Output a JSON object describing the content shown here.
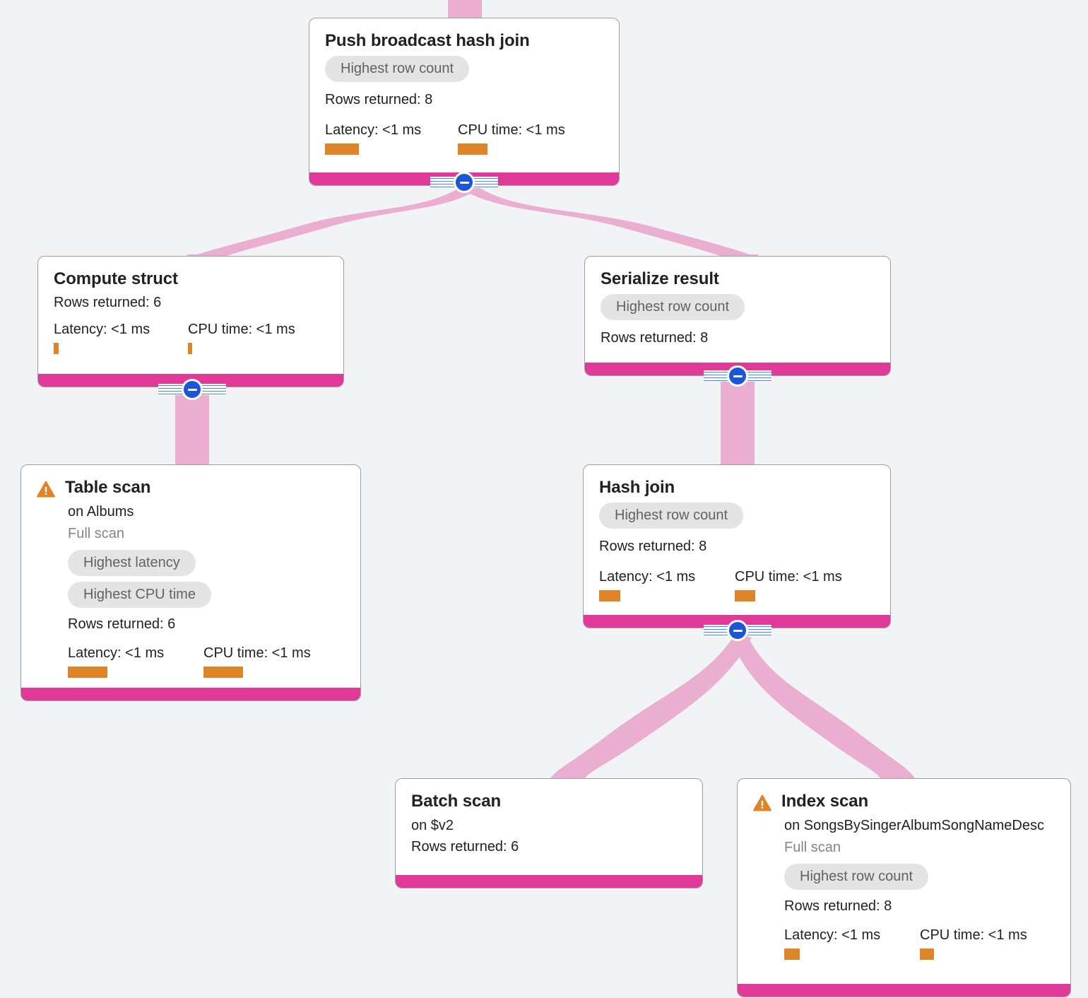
{
  "canvas": {
    "background": "#f1f3f4",
    "edge_color": "#eaaed0",
    "node_footer_color": "#e03997",
    "metric_bar_color": "#e08527",
    "badge_bg": "#e4e4e4",
    "badge_text": "#5f6368",
    "toggle_color": "#1a56d6"
  },
  "labels": {
    "rows_prefix": "Rows returned: ",
    "latency_prefix": "Latency: ",
    "cpu_prefix": "CPU time: ",
    "on_prefix": "on "
  },
  "nodes": [
    {
      "id": "push-broadcast-hash-join",
      "title": "Push broadcast hash join",
      "warning": false,
      "subtitle": null,
      "scan_type": null,
      "badges": [
        "Highest row count"
      ],
      "rows": "Rows returned: 8",
      "latency": "Latency: <1 ms",
      "cpu": "CPU time: <1 ms",
      "latency_bar_width": 48,
      "cpu_bar_width": 42
    },
    {
      "id": "compute-struct",
      "title": "Compute struct",
      "warning": false,
      "subtitle": null,
      "scan_type": null,
      "badges": [],
      "rows": "Rows returned: 6",
      "latency": "Latency: <1 ms",
      "cpu": "CPU time: <1 ms",
      "latency_bar_width": 7,
      "cpu_bar_width": 6
    },
    {
      "id": "serialize-result",
      "title": "Serialize result",
      "warning": false,
      "subtitle": null,
      "scan_type": null,
      "badges": [
        "Highest row count"
      ],
      "rows": "Rows returned: 8",
      "latency": null,
      "cpu": null,
      "latency_bar_width": 0,
      "cpu_bar_width": 0
    },
    {
      "id": "table-scan",
      "title": "Table scan",
      "warning": true,
      "subtitle": "on Albums",
      "scan_type": "Full scan",
      "badges": [
        "Highest latency",
        "Highest CPU time"
      ],
      "rows": "Rows returned: 6",
      "latency": "Latency: <1 ms",
      "cpu": "CPU time: <1 ms",
      "latency_bar_width": 56,
      "cpu_bar_width": 56
    },
    {
      "id": "hash-join",
      "title": "Hash join",
      "warning": false,
      "subtitle": null,
      "scan_type": null,
      "badges": [
        "Highest row count"
      ],
      "rows": "Rows returned: 8",
      "latency": "Latency: <1 ms",
      "cpu": "CPU time: <1 ms",
      "latency_bar_width": 30,
      "cpu_bar_width": 29
    },
    {
      "id": "batch-scan",
      "title": "Batch scan",
      "warning": false,
      "subtitle": "on $v2",
      "scan_type": null,
      "badges": [],
      "rows": "Rows returned: 6",
      "latency": null,
      "cpu": null,
      "latency_bar_width": 0,
      "cpu_bar_width": 0
    },
    {
      "id": "index-scan",
      "title": "Index scan",
      "warning": true,
      "subtitle": "on SongsBySingerAlbumSongNameDesc",
      "scan_type": "Full scan",
      "badges": [
        "Highest row count"
      ],
      "rows": "Rows returned: 8",
      "latency": "Latency: <1 ms",
      "cpu": "CPU time: <1 ms",
      "latency_bar_width": 22,
      "cpu_bar_width": 20
    }
  ],
  "toggles": [
    {
      "id": "toggle-push-broadcast-hash-join",
      "state": "expanded",
      "symbol": "minus"
    },
    {
      "id": "toggle-compute-struct",
      "state": "expanded",
      "symbol": "minus"
    },
    {
      "id": "toggle-serialize-result",
      "state": "expanded",
      "symbol": "minus"
    },
    {
      "id": "toggle-hash-join",
      "state": "expanded",
      "symbol": "minus"
    }
  ],
  "edges": [
    {
      "from": "incoming",
      "to": "push-broadcast-hash-join"
    },
    {
      "from": "push-broadcast-hash-join",
      "to": "compute-struct"
    },
    {
      "from": "push-broadcast-hash-join",
      "to": "serialize-result"
    },
    {
      "from": "compute-struct",
      "to": "table-scan"
    },
    {
      "from": "serialize-result",
      "to": "hash-join"
    },
    {
      "from": "hash-join",
      "to": "batch-scan"
    },
    {
      "from": "hash-join",
      "to": "index-scan"
    }
  ]
}
